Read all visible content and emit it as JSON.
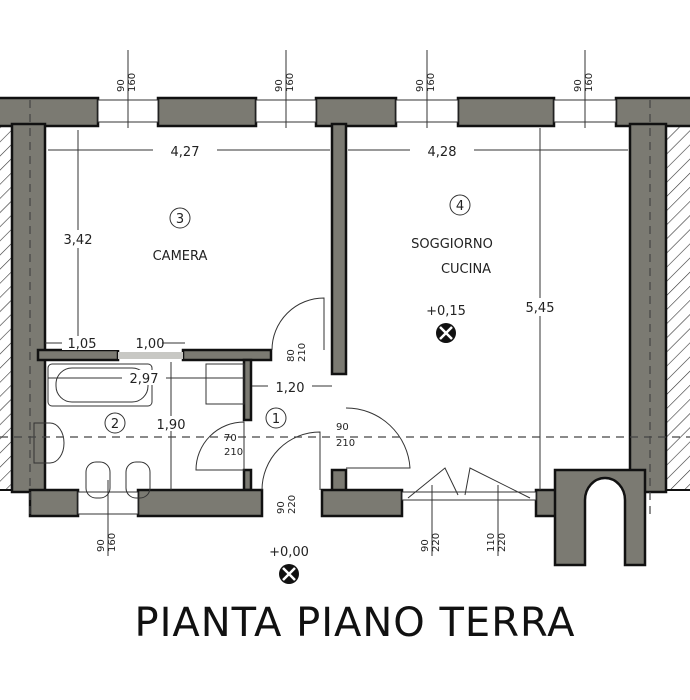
{
  "title": "PIANTA PIANO TERRA",
  "colors": {
    "wall": "#7b7a72",
    "outline": "#111111"
  },
  "rooms": [
    {
      "number": "1",
      "name": ""
    },
    {
      "number": "2",
      "name": ""
    },
    {
      "number": "3",
      "name": "CAMERA"
    },
    {
      "number": "4",
      "name_line1": "SOGGIORNO",
      "name_line2": "CUCINA"
    }
  ],
  "dimensions": {
    "camera_width": "4,27",
    "camera_depth": "3,42",
    "soggiorno_width": "4,28",
    "soggiorno_depth": "5,45",
    "seg_a": "1,05",
    "seg_b": "1,00",
    "bath_width": "2,97",
    "bath_depth": "1,90",
    "hall_width": "1,20"
  },
  "levels": {
    "soggiorno": "+0,15",
    "entrance": "+0,00"
  },
  "openings": {
    "window_top_1": [
      "90",
      "160"
    ],
    "window_top_2": [
      "90",
      "160"
    ],
    "window_top_3": [
      "90",
      "160"
    ],
    "window_top_4": [
      "90",
      "160"
    ],
    "window_bath": [
      "90",
      "160"
    ],
    "door_camera": [
      "80",
      "210"
    ],
    "door_bath": [
      "70",
      "210"
    ],
    "door_soggiorno": [
      "90",
      "210"
    ],
    "door_entrance": [
      "90",
      "220"
    ],
    "french_door_1": [
      "90",
      "220"
    ],
    "french_door_2": [
      "110",
      "220"
    ]
  }
}
